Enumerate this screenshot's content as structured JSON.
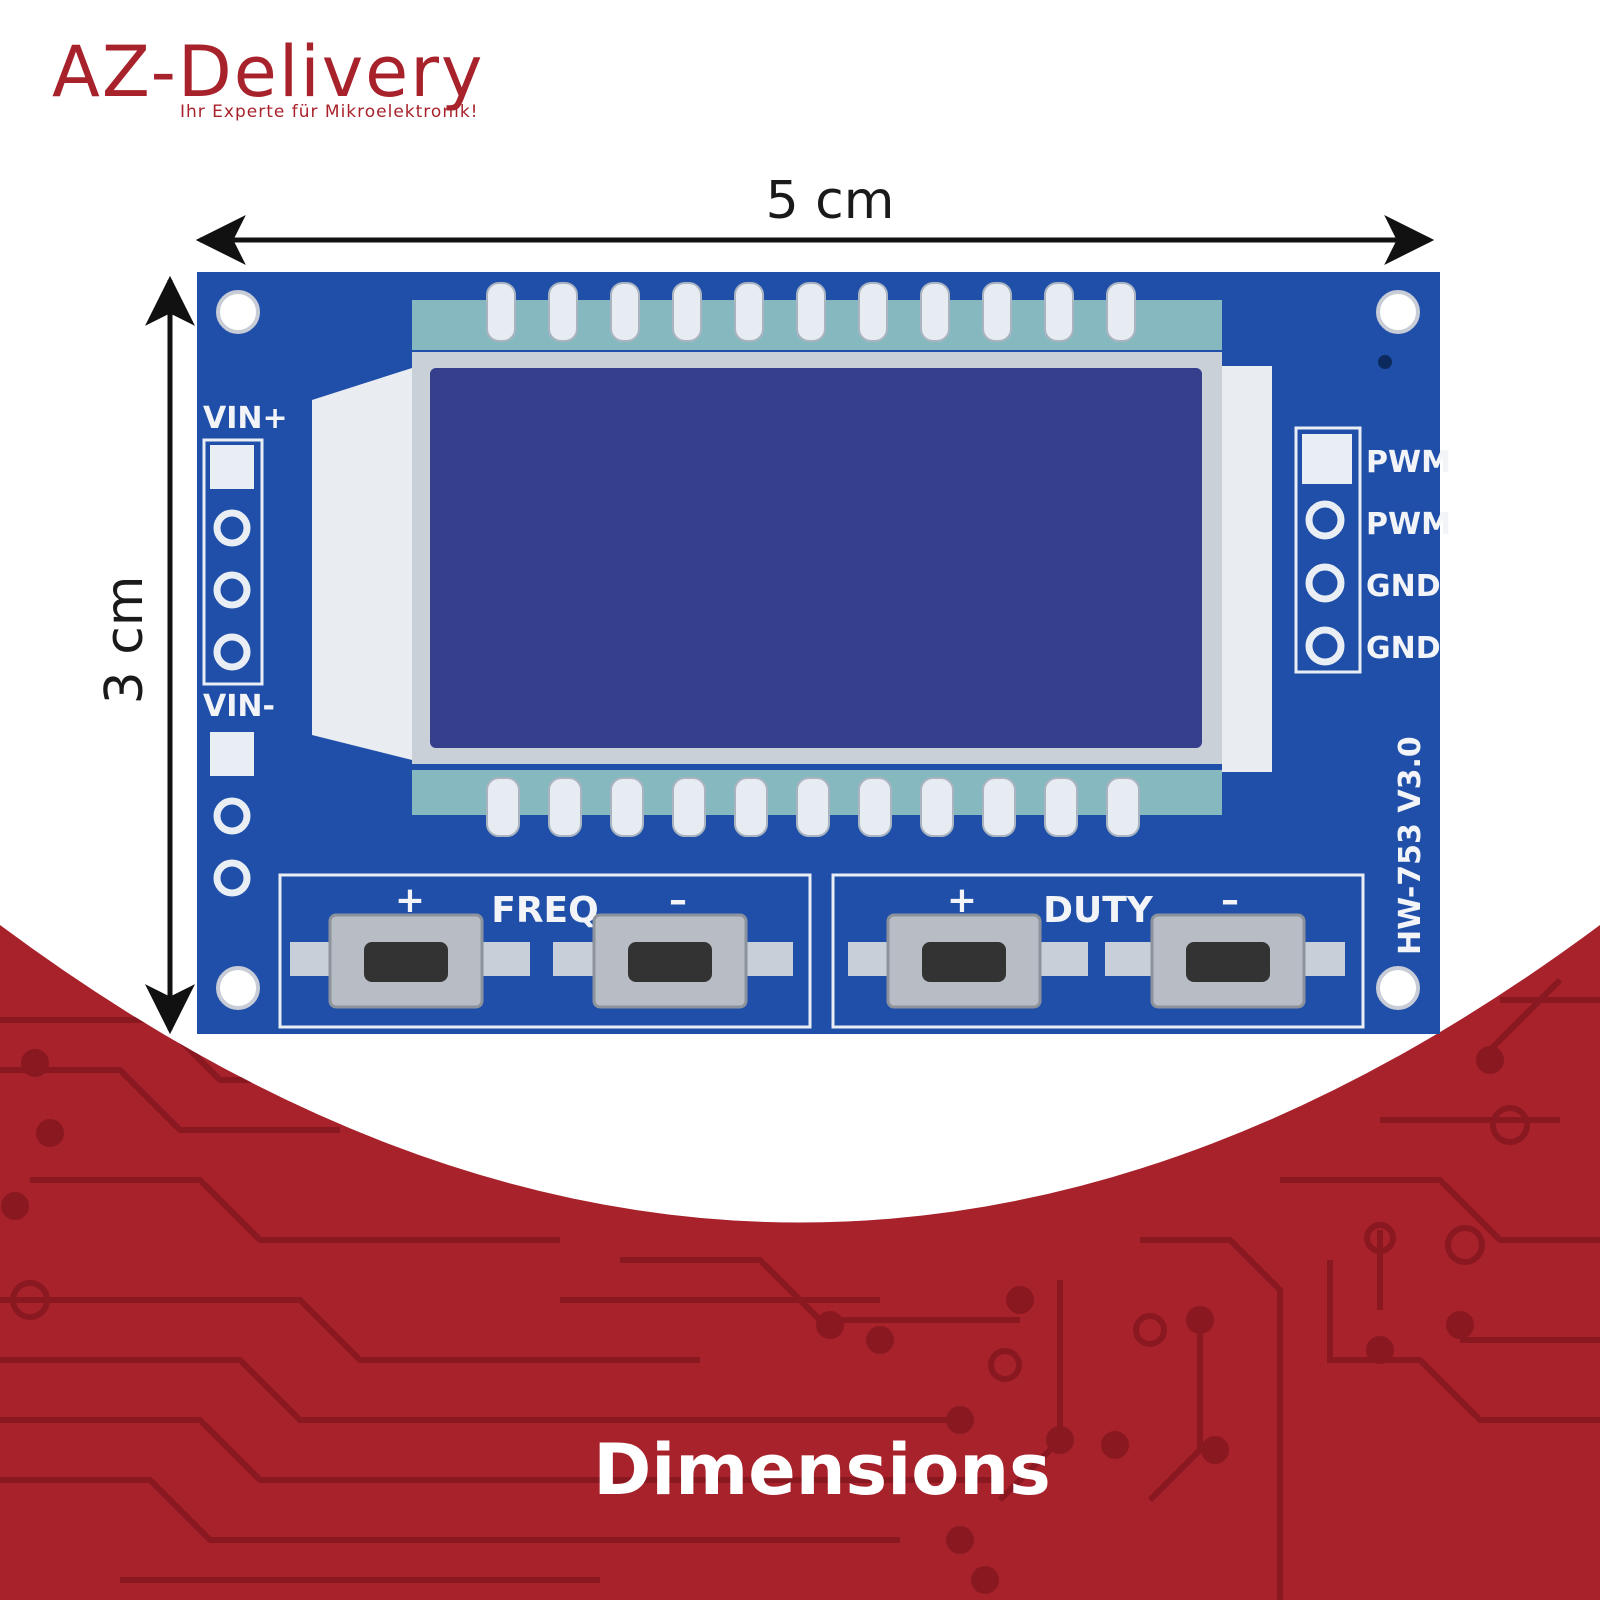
{
  "brand": {
    "name": "AZ-Delivery",
    "tagline": "Ihr Experte für Mikroelektronik!",
    "color": "#a8222b"
  },
  "dimensions": {
    "width_label": "5 cm",
    "height_label": "3 cm"
  },
  "board": {
    "pcb_color": "#1f4fa8",
    "lcd_color": "#353f8c",
    "left_labels": {
      "top": "VIN+",
      "bottom": "VIN-"
    },
    "right_labels": [
      "PWM",
      "PWM",
      "GND",
      "GND"
    ],
    "model": "HW-753 V3.0",
    "freq_group": {
      "plus": "+",
      "label": "FREQ",
      "minus": "–"
    },
    "duty_group": {
      "plus": "+",
      "label": "DUTY",
      "minus": "–"
    }
  },
  "footer": {
    "title": "Dimensions",
    "background": "#a8222b"
  }
}
